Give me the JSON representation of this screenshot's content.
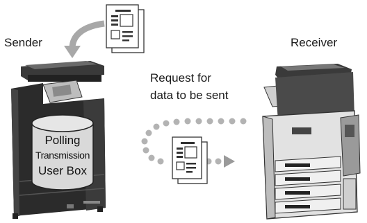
{
  "labels": {
    "sender": "Sender",
    "receiver": "Receiver",
    "request_line1": "Request for",
    "request_line2": "data to be sent"
  },
  "user_box": {
    "line1": "Polling",
    "line2": "Transmission",
    "line3": "User Box"
  },
  "colors": {
    "machine_dark": "#2b2b2b",
    "machine_mid": "#5a5a5a",
    "cylinder": "#d9d9d9",
    "dots": "#b3b3b3",
    "arrow": "#9a9a9a"
  },
  "icons": [
    "document-icon",
    "curved-arrow-icon",
    "dotted-arrow-icon",
    "mfp-sender-icon",
    "mfp-receiver-icon",
    "storage-cylinder-icon"
  ]
}
